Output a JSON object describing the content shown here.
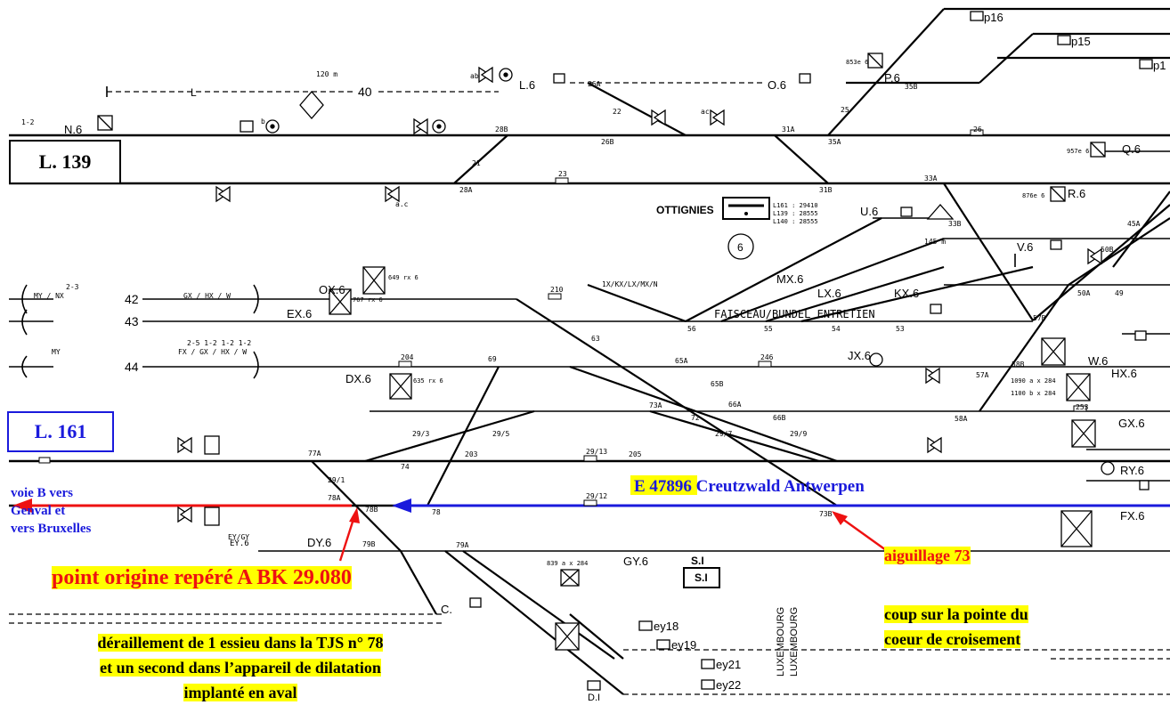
{
  "line_boxes": {
    "l139": "L. 139",
    "l161": "L. 161"
  },
  "track_numbers": {
    "t40": "40",
    "t42": "42",
    "t43": "43",
    "t44": "44"
  },
  "station": {
    "name": "OTTIGNIES",
    "km1": "L161 : 29410",
    "km2": "L139 : 28555",
    "km3": "L140 : 28555",
    "circle": "6"
  },
  "bundle_label": "FAISCEAU/BUNDEL ENTRETIEN",
  "signals": [
    "N.6",
    "L.6",
    "O.6",
    "P.6",
    "Q.6",
    "R.6",
    "U.6",
    "V.6",
    "OX.6",
    "EX.6",
    "DX.6",
    "MX.6",
    "LX.6",
    "KX.6",
    "JX.6",
    "W.6",
    "HX.6",
    "GX.6",
    "RY.6",
    "FX.6",
    "DY.6",
    "GY.6",
    "EY.6"
  ],
  "platforms": [
    "p16",
    "p15",
    "p1",
    "ey18",
    "ey19",
    "ey21",
    "ey22",
    "D.I",
    "S.I",
    "C."
  ],
  "switch_numbers": [
    "26A",
    "26B",
    "28A",
    "28B",
    "31A",
    "31B",
    "33A",
    "33B",
    "35A",
    "35B",
    "21",
    "22",
    "23",
    "25",
    "26",
    "204",
    "246",
    "210",
    "69",
    "63",
    "65A",
    "66A",
    "66B",
    "65B",
    "72",
    "73A",
    "73B",
    "29/1",
    "29/3",
    "29/5",
    "29/7",
    "29/9",
    "29/13",
    "29/12",
    "77A",
    "78A",
    "78B",
    "78",
    "74",
    "203",
    "205",
    "56",
    "55",
    "54",
    "53",
    "57A",
    "57B",
    "58A",
    "58B",
    "50A",
    "50B",
    "49",
    "45A",
    "79A",
    "79B",
    "253"
  ],
  "small_labels": [
    "120 m",
    "145 m",
    "ab",
    "ac",
    "a.c",
    "b",
    "L",
    "2-3",
    "1-2",
    "MY / NX",
    "GX / HX / W",
    "FX / GX / HX / W",
    "2-5  1-2  1-2  1-2",
    "MY",
    "1X/KX/LX/MX/N",
    "EY/GY",
    "S.I",
    "853e 6",
    "957e 6",
    "876e 6",
    "649 rx 6",
    "767 rx 6",
    "635 rx 6",
    "1090 a x 284",
    "1100 b x 284",
    "839 a x 284",
    "LUXEMBOURG",
    "LUXEMBOURG"
  ],
  "train_label": "E 47896 Creutzwald Antwerpen",
  "annotations": {
    "voie_b": [
      "voie B vers",
      "Genval et",
      "vers Bruxelles"
    ],
    "aiguillage": "aiguillage 73",
    "origin": "point origine repéré  A  BK 29.080",
    "coup": [
      "coup sur la pointe du",
      "coeur de croisement"
    ],
    "deraillement": [
      "déraillement de 1 essieu dans la TJS n° 78",
      "et un second dans l’appareil de dilatation",
      "implanté en aval"
    ]
  },
  "colors": {
    "track": "#000000",
    "blue_route": "#1a1adc",
    "red_route": "#ee1111",
    "highlight": "#ffff00"
  }
}
